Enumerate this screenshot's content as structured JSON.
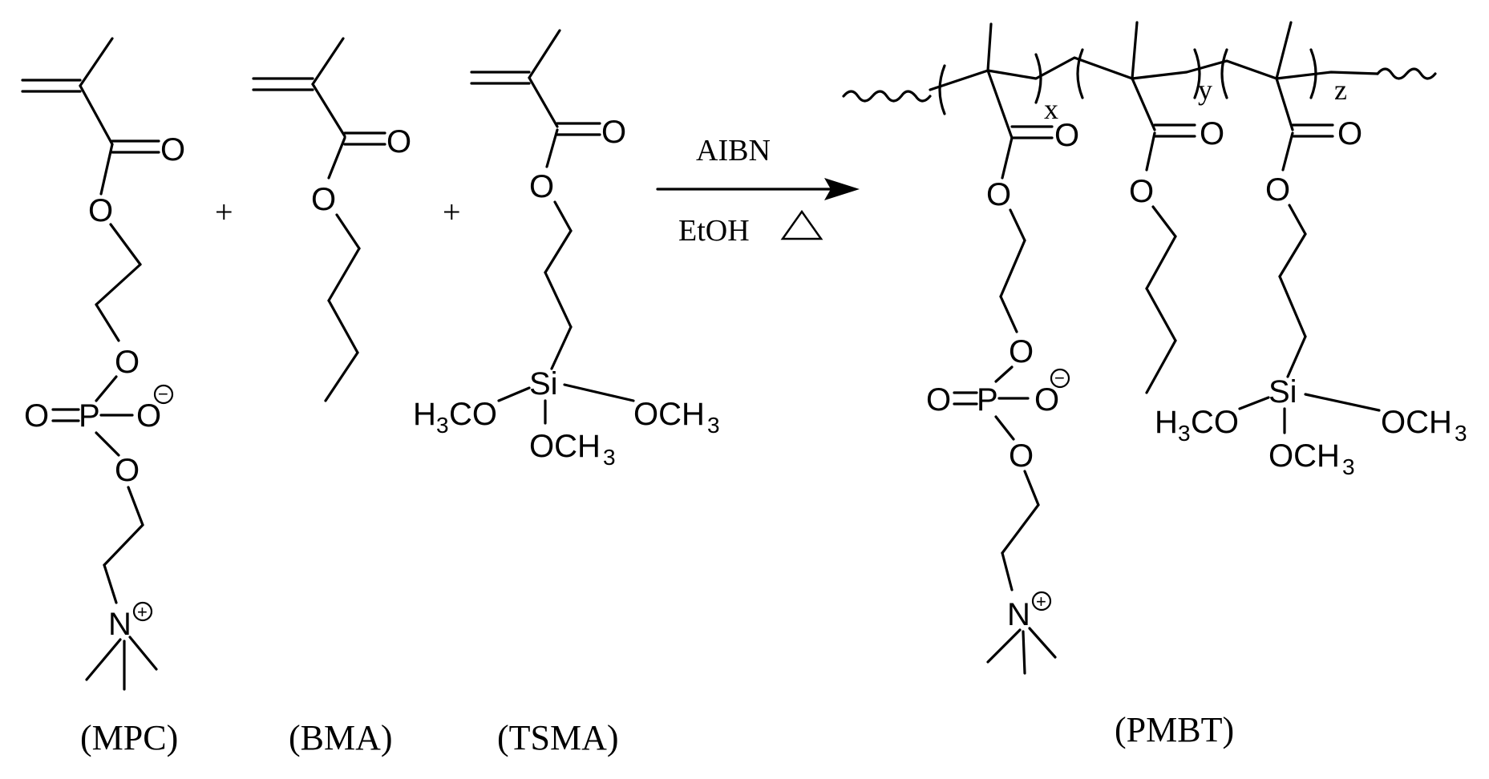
{
  "reactants": [
    {
      "label": "(MPC)"
    },
    {
      "label": "(BMA)"
    },
    {
      "label": "(TSMA)"
    }
  ],
  "product": {
    "label": "(PMBT)",
    "indices": [
      "x",
      "y",
      "z"
    ]
  },
  "operators": {
    "plus": "+"
  },
  "conditions": {
    "initiator": "AIBN",
    "solvent": "EtOH",
    "heat_symbol": "△"
  },
  "atoms": {
    "O": "O",
    "P": "P",
    "N": "N",
    "Si": "Si",
    "H3CO_H": "H",
    "H3CO_3": "3",
    "H3CO_CO": "CO",
    "OCH3_OCH": "OCH",
    "OCH3_3": "3",
    "minus": "−",
    "plus_charge": "+"
  }
}
